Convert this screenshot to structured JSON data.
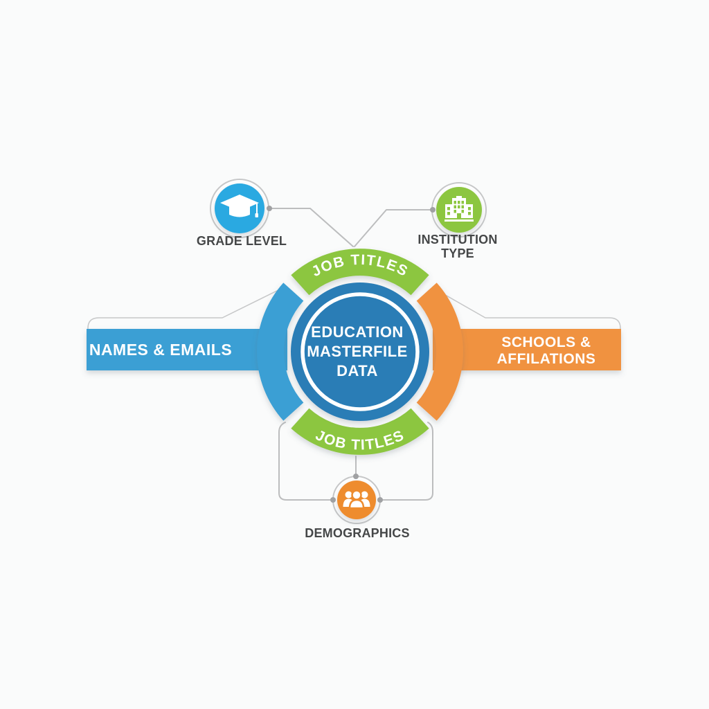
{
  "center": {
    "line1": "EDUCATION",
    "line2": "MASTERFILE",
    "line3": "DATA"
  },
  "ring": {
    "top_label": "JOB TITLES",
    "bottom_label": "JOB TITLES"
  },
  "left_ribbon": {
    "label": "NAMES & EMAILS"
  },
  "right_ribbon": {
    "line1": "SCHOOLS &",
    "line2": "AFFILATIONS"
  },
  "nodes": {
    "grade_level": {
      "label": "GRADE LEVEL",
      "icon": "graduation-cap-icon"
    },
    "institution_type": {
      "line1": "INSTITUTION",
      "line2": "TYPE",
      "icon": "building-icon"
    },
    "demographics": {
      "label": "DEMOGRAPHICS",
      "icon": "people-group-icon"
    }
  },
  "colors": {
    "background": "#fafbfb",
    "ribbon_arc_blue": "#3a9fd4",
    "center_disc_blue": "#2c7db6",
    "grade_level_blue": "#2aa9e1",
    "green": "#8cc63f",
    "ribbon_arc_orange": "#f09241",
    "demographics_orange": "#ee8c2e",
    "connector_gray": "#bcbdbe",
    "label_gray": "#454748",
    "white": "#ffffff"
  }
}
